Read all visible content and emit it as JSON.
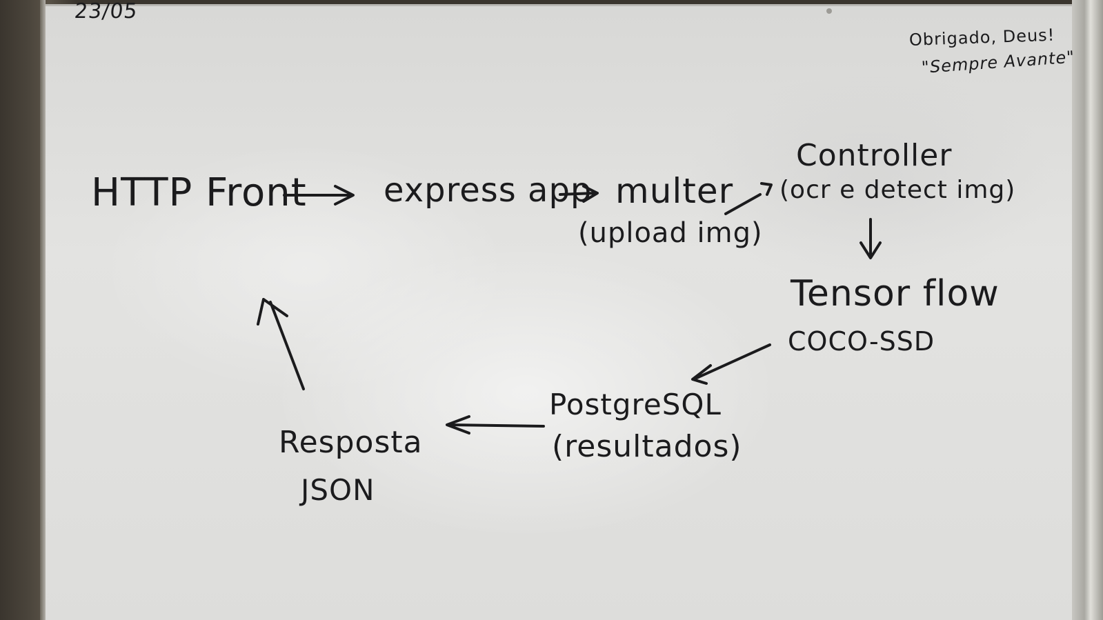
{
  "date": "23/05",
  "note_line1": "Obrigado, Deus!",
  "note_line2": "\"Sempre Avante\"",
  "nodes": {
    "http_front": "HTTP Front",
    "express_app": "express app",
    "multer": "multer",
    "multer_sub": "(upload img)",
    "controller": "Controller",
    "controller_sub": "(ocr e detect img)",
    "tensorflow": "Tensor flow",
    "tensorflow_sub": "COCO-SSD",
    "postgresql": "PostgreSQL",
    "postgresql_sub": "(resultados)",
    "resposta": "Resposta",
    "resposta_sub": "JSON"
  }
}
